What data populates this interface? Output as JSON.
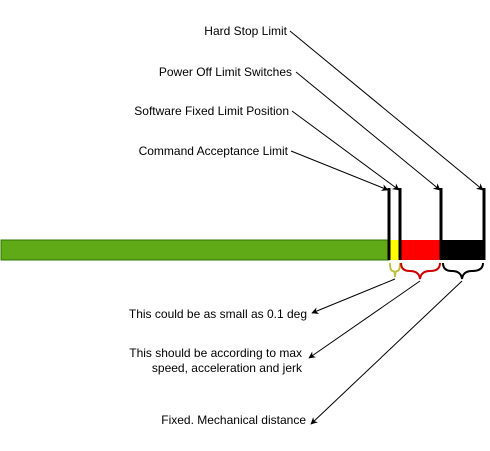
{
  "labels": {
    "hard_stop": "Hard Stop Limit",
    "power_off": "Power Off Limit Switches",
    "software_fixed": "Software Fixed Limit Position",
    "command_acceptance": "Command Acceptance Limit"
  },
  "annotations": {
    "small": "This could be as small as 0.1 deg",
    "speed_line1": "This should be according to max",
    "speed_line2": "speed, acceleration and jerk",
    "fixed": "Fixed. Mechanical distance"
  },
  "colors": {
    "travel_zone": "#60a917",
    "travel_stroke": "#2d7600",
    "acceptance_zone": "#ffff00",
    "acceptance_brace": "#c0c040",
    "decel_zone": "#ff0000",
    "decel_brace": "#cc0000",
    "mechanical_zone": "#000000",
    "line": "#000000"
  }
}
